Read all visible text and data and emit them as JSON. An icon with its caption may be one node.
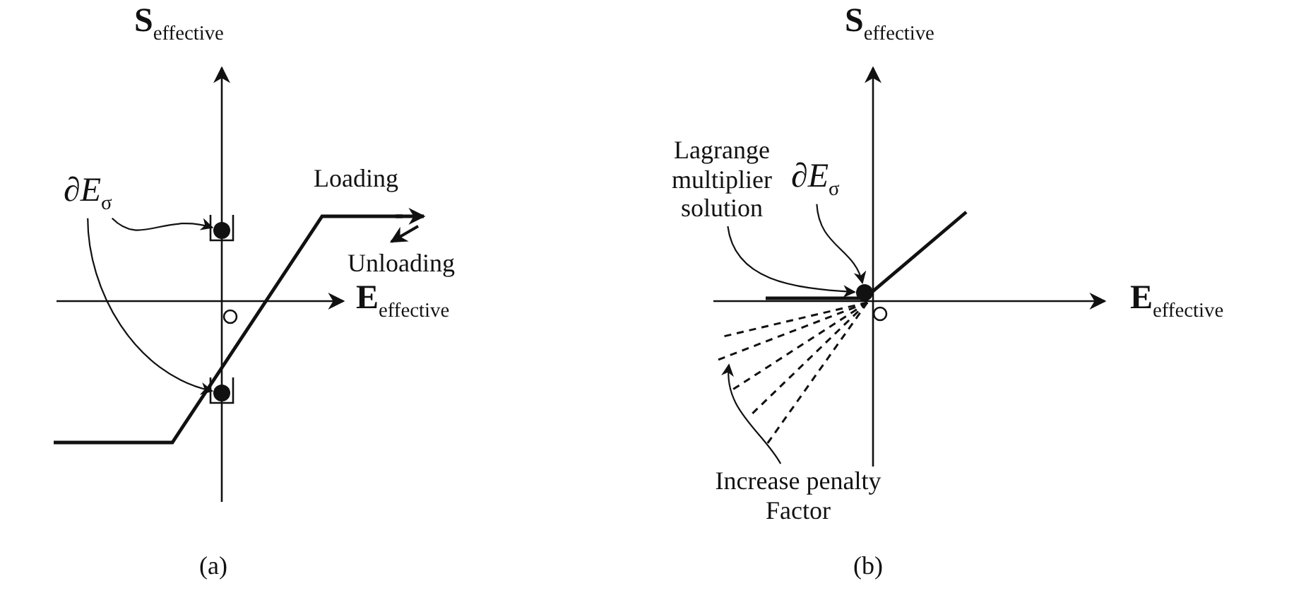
{
  "diagram": {
    "nodes": [
      {
        "text": [
          "∂*E*$_{σ}$"
        ]
      },
      {
        "text": [],
        "shape": "circle"
      },
      {
        "text": [],
        "shape": "circle"
      },
      {
        "text": [
          "Lagrange multiplier solution"
        ]
      },
      {
        "text": [
          "∂*E*$_{σ}$"
        ]
      },
      {
        "text": [],
        "shape": "circle"
      },
      {
        "text": [
          "Increase penalty Factor"
        ]
      }
    ],
    "edges": [
      {
        "from": 0,
        "to": 1,
        "arrow": "to"
      },
      {
        "from": 0,
        "to": 2,
        "arrow": "to"
      },
      {
        "from": 4,
        "to": 5,
        "arrow": "to"
      },
      {
        "from": 3,
        "to": 5,
        "arrow": "to"
      },
      {
        "from": 6,
        "to": null,
        "arrow": "to"
      }
    ],
    "labels": [
      "**S**$_{effective}$",
      "Loading",
      "Unloading",
      "**E**$_{effective}$",
      "(a)",
      "**S**$_{effective}$",
      "**E**$_{effective}$",
      "(b)"
    ]
  }
}
